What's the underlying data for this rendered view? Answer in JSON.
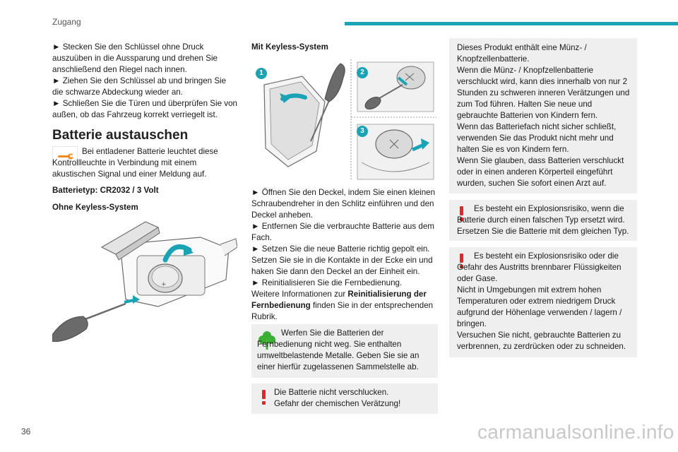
{
  "header": {
    "section": "Zugang",
    "accent_color": "#1aa3b5"
  },
  "page_number": "36",
  "watermark": "carmanualsonline.info",
  "col1": {
    "steps": [
      "► Stecken Sie den Schlüssel ohne Druck auszuüben in die Aussparung und drehen Sie anschließend den Riegel nach innen.",
      "► Ziehen Sie den Schlüssel ab und bringen Sie die schwarze Abdeckung wieder an.",
      "► Schließen Sie die Türen und überprüfen Sie von außen, ob das Fahrzeug korrekt verriegelt ist."
    ],
    "heading": "Batterie austauschen",
    "warning_light_text": "Bei entladener Batterie leuchtet diese Kontrollleuchte in Verbindung mit einem akustischen Signal und einer Meldung auf.",
    "battery_type": "Batterietyp: CR2032 / 3 Volt",
    "subheading": "Ohne Keyless-System"
  },
  "col2": {
    "subheading": "Mit Keyless-System",
    "step_numbers": [
      "1",
      "2",
      "3"
    ],
    "steps": [
      "► Öffnen Sie den Deckel, indem Sie einen kleinen Schraubendreher in den Schlitz einführen und den Deckel anheben.",
      "► Entfernen Sie die verbrauchte Batterie aus dem Fach.",
      "► Setzen Sie die neue Batterie richtig gepolt ein. Setzen Sie sie in die Kontakte in der Ecke ein und haken Sie dann den Deckel an der Einheit ein.",
      "► Reinitialisieren Sie die Fernbedienung."
    ],
    "more_info_prefix": "Weitere Informationen zur ",
    "more_info_bold": "Reinitialisierung der Fernbedienung",
    "more_info_suffix": " finden Sie in der entsprechenden Rubrik.",
    "eco_note": "Werfen Sie die Batterien der Fernbedienung nicht weg. Sie enthalten umweltbelastende Metalle. Geben Sie sie an einer hierfür zugelassenen Sammelstelle ab.",
    "swallow_note_line1": "Die Batterie nicht verschlucken.",
    "swallow_note_line2": "Gefahr der chemischen Verätzung!"
  },
  "col3": {
    "info_note": "Dieses Produkt enthält eine Münz- / Knopfzellenbatterie.\nWenn die Münz- / Knopfzellenbatterie verschluckt wird, kann dies innerhalb von nur 2 Stunden zu schweren inneren Verätzungen und zum Tod führen. Halten Sie neue und gebrauchte Batterien von Kindern fern.\nWenn das Batteriefach nicht sicher schließt, verwenden Sie das Produkt nicht mehr und halten Sie es von Kindern fern.\nWenn Sie glauben, dass Batterien verschluckt oder in einen anderen Körperteil eingeführt wurden, suchen Sie sofort einen Arzt auf.",
    "explosion_note": "Es besteht ein Explosionsrisiko, wenn die Batterie durch einen falschen Typ ersetzt wird. Ersetzen Sie die Batterie mit dem gleichen Typ.",
    "explosion_fire_note": "Es besteht ein Explosionsrisiko oder die Gefahr des Austritts brennbarer Flüssigkeiten oder Gase.\nNicht in Umgebungen mit extrem hohen Temperaturen oder extrem niedrigem Druck aufgrund der Höhenlage verwenden / lagern / bringen.\nVersuchen Sie nicht, gebrauchte Batterien zu verbrennen, zu zerdrücken oder zu schneiden."
  },
  "colors": {
    "warning": "#e3262d",
    "eco": "#3cb034",
    "wrench": "#f28a1f",
    "note_bg": "#efefef"
  }
}
